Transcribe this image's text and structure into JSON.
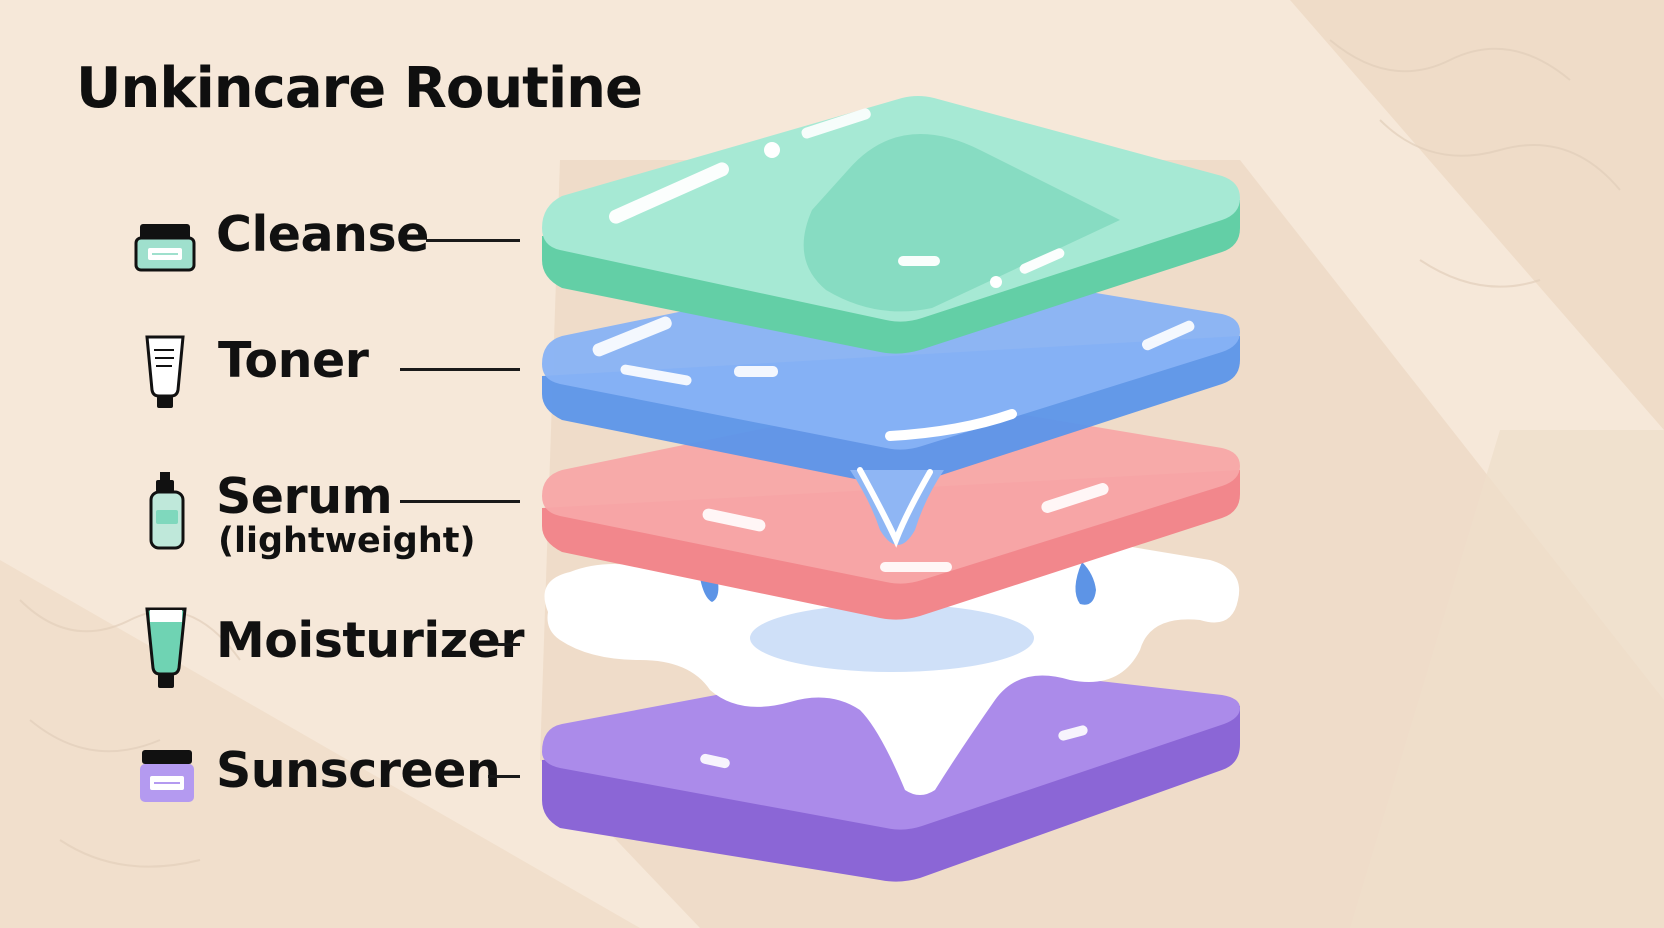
{
  "title": "Unkincare Routine",
  "steps": [
    {
      "label": "Cleanse",
      "icon": "jar-icon",
      "color": "#7fd8bd"
    },
    {
      "label": "Toner",
      "icon": "tube-icon",
      "color": "#79a9f2"
    },
    {
      "label": "Serum",
      "note": "(lightweight)",
      "icon": "pump-bottle-icon",
      "color": "#f5a0a3"
    },
    {
      "label": "Moisturizer",
      "icon": "tube-icon",
      "color": "#ffffff"
    },
    {
      "label": "Sunscreen",
      "icon": "jar-icon",
      "color": "#a98ae8"
    }
  ]
}
